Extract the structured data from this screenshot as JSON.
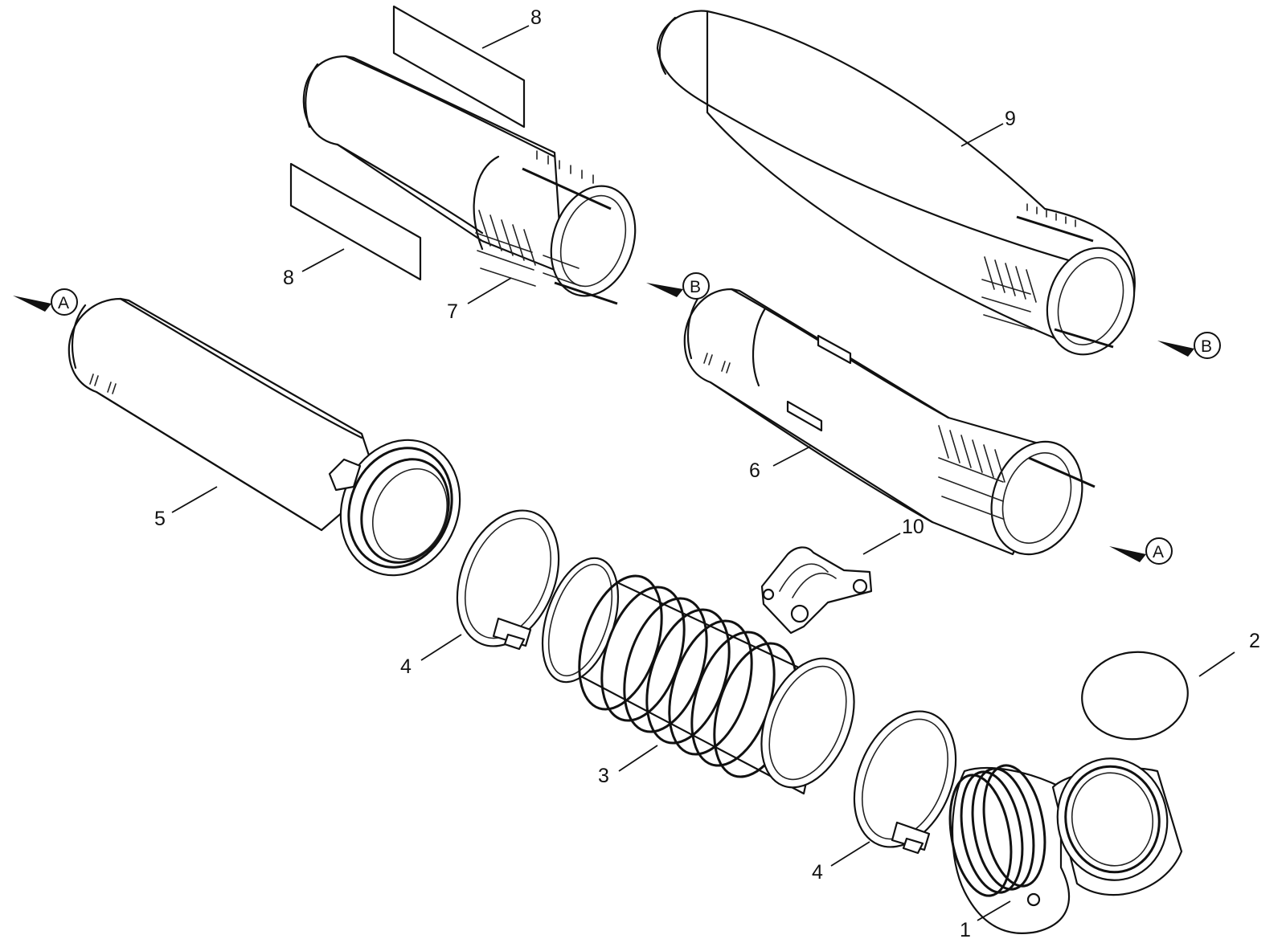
{
  "diagram": {
    "callouts": {
      "c1": "1",
      "c2": "2",
      "c3": "3",
      "c4a": "4",
      "c4b": "4",
      "c5": "5",
      "c6": "6",
      "c7": "7",
      "c8a": "8",
      "c8b": "8",
      "c9": "9",
      "c10": "10"
    },
    "refs": {
      "a_left": "A",
      "b_mid": "B",
      "b_right": "B",
      "a_right": "A"
    }
  }
}
